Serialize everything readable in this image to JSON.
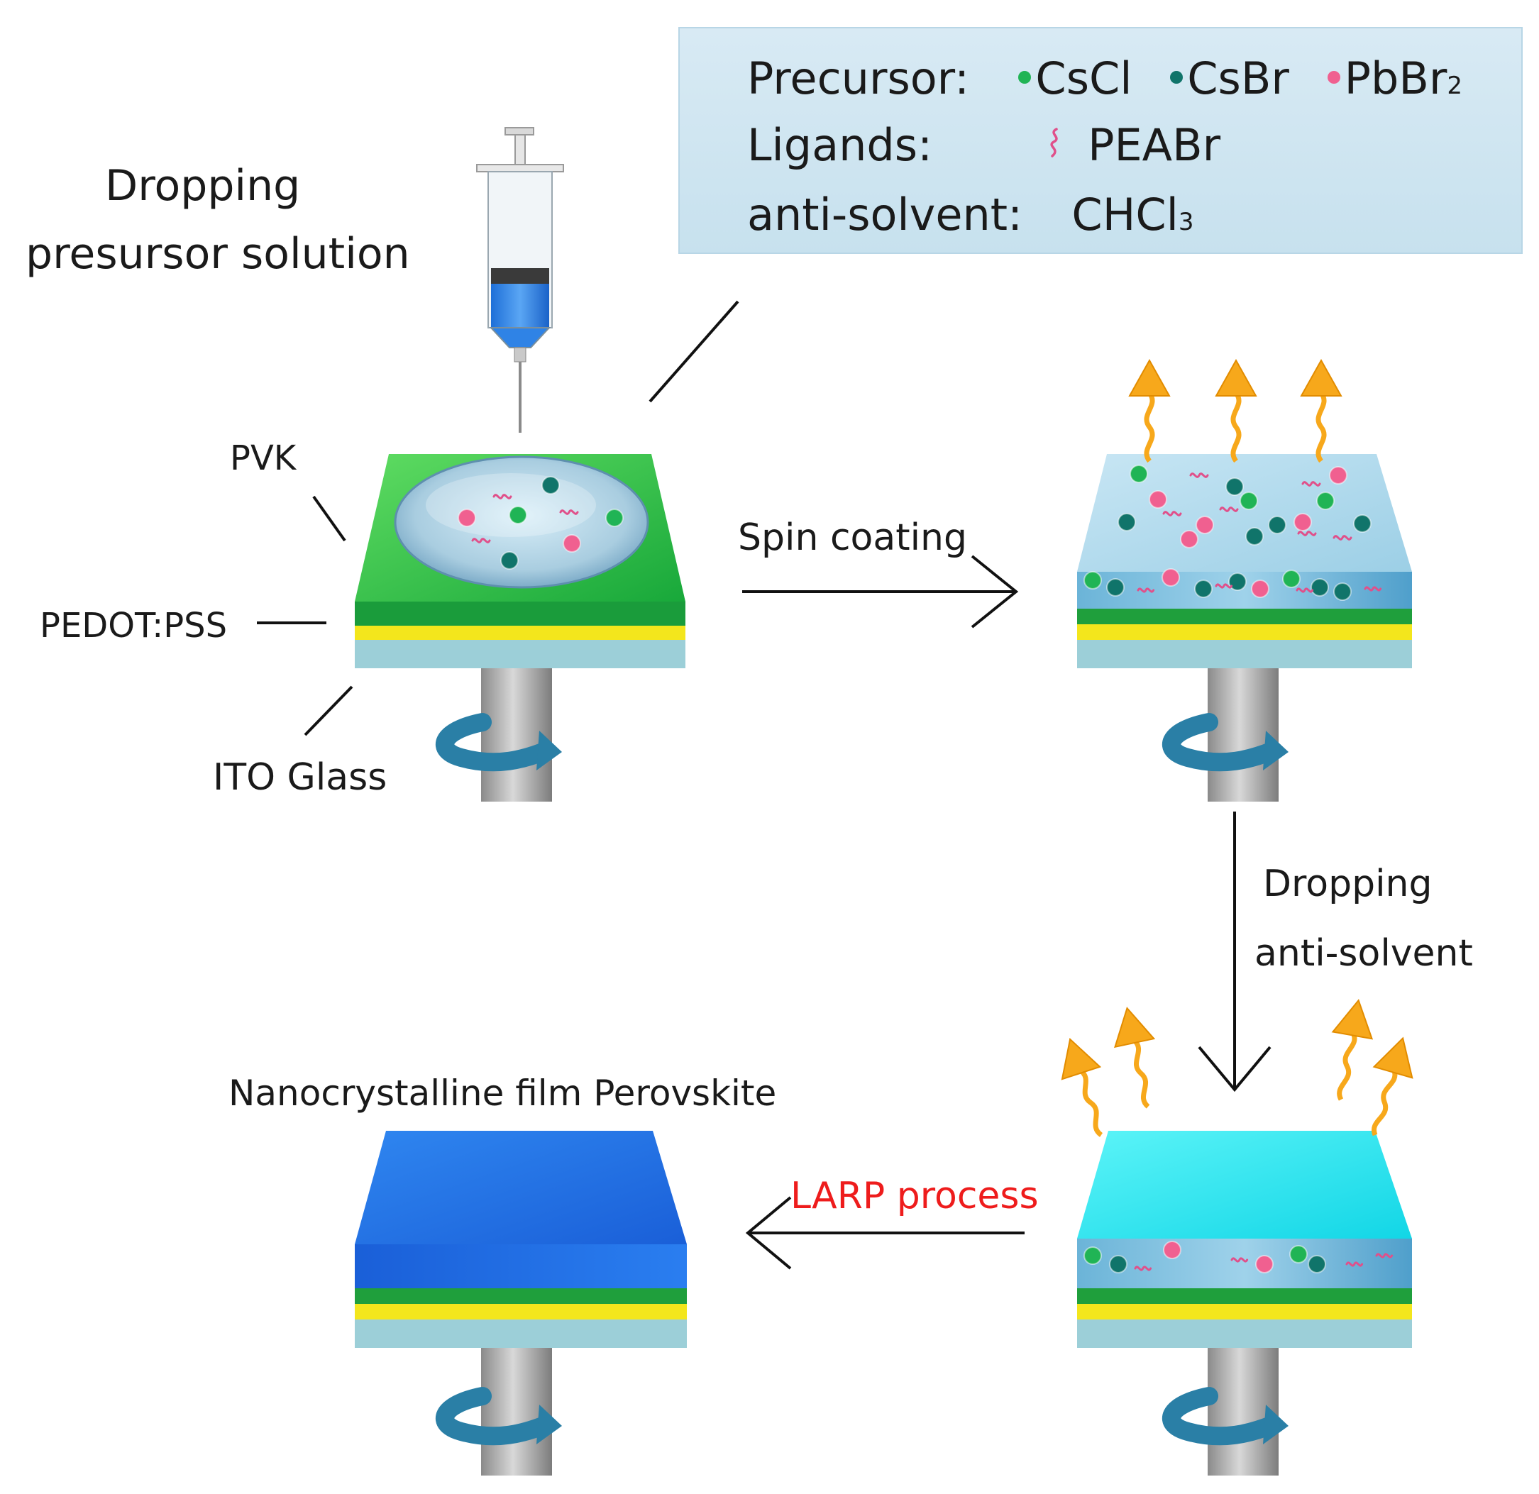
{
  "title_left": {
    "line1": "Dropping",
    "line2": "presursor solution"
  },
  "legend": {
    "precursor_label": "Precursor:",
    "ligands_label": "Ligands:",
    "antisolvent_label": "anti-solvent:",
    "precursors": [
      {
        "name": "CsCl",
        "color": "#20b455"
      },
      {
        "name": "CsBr",
        "color": "#10746a"
      },
      {
        "name": "PbBr",
        "sub": "2",
        "color": "#f06090"
      }
    ],
    "ligand": {
      "name": "PEABr",
      "color": "#e0508a"
    },
    "antisolvent": {
      "name": "CHCl",
      "sub": "3"
    }
  },
  "layers": {
    "pvk": "PVK",
    "pedot": "PEDOT:PSS",
    "ito": "ITO Glass"
  },
  "steps": {
    "spin_coating": "Spin coating",
    "dropping_anti_line1": "Dropping",
    "dropping_anti_line2": "anti-solvent",
    "larp": "LARP process",
    "final_title": "Nanocrystalline film Perovskite"
  },
  "colors": {
    "pvk_green": "#2fbf4a",
    "pedot_yellow": "#f0e020",
    "ito_glass": "#9fcfd6",
    "film_blue": "#1f6fe8",
    "antisolvent_cyan": "#22e8ee",
    "emission_orange": "#f7a81b",
    "larp_red": "#ee1c1c",
    "rotation_arrow": "#2a7fa6"
  }
}
